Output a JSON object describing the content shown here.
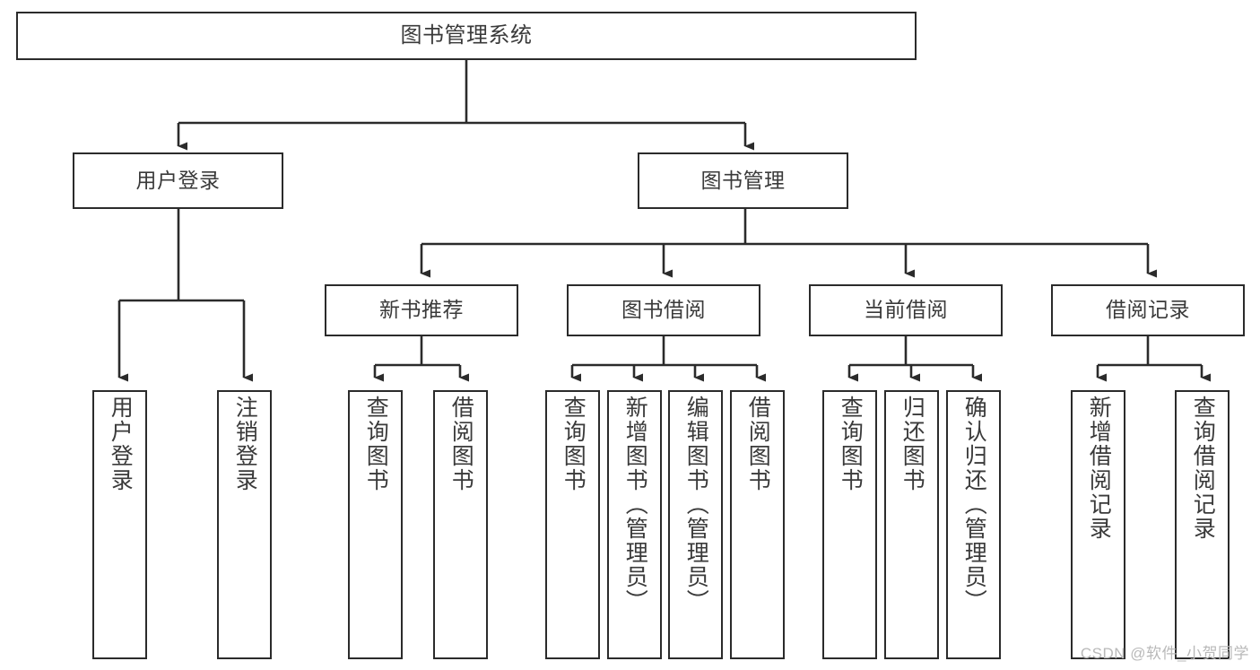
{
  "diagram": {
    "title": "图书管理系统",
    "type": "tree-hierarchy-diagram",
    "watermark": "CSDN @软件_小贺同学",
    "colors": {
      "node_border": "#2b2b2b",
      "node_fill": "#ffffff",
      "edge": "#2b2b2b",
      "text": "#3a3a3a",
      "watermark": "#b9b9b9",
      "background": "#ffffff"
    },
    "levels": {
      "root": {
        "label": "图书管理系统"
      },
      "level2": [
        {
          "id": "user-login",
          "label": "用户登录"
        },
        {
          "id": "book-management",
          "label": "图书管理"
        }
      ],
      "level3": [
        {
          "id": "new-book-recommend",
          "label": "新书推荐",
          "parent": "book-management"
        },
        {
          "id": "book-borrow",
          "label": "图书借阅",
          "parent": "book-management"
        },
        {
          "id": "current-borrow",
          "label": "当前借阅",
          "parent": "book-management"
        },
        {
          "id": "borrow-record",
          "label": "借阅记录",
          "parent": "book-management"
        }
      ],
      "leaves": [
        {
          "id": "leaf-user-login",
          "label": "用户登录",
          "parent": "user-login"
        },
        {
          "id": "leaf-logout",
          "label": "注销登录",
          "parent": "user-login"
        },
        {
          "id": "leaf-query-book-1",
          "label": "查询图书",
          "parent": "new-book-recommend"
        },
        {
          "id": "leaf-borrow-book-1",
          "label": "借阅图书",
          "parent": "new-book-recommend"
        },
        {
          "id": "leaf-query-book-2",
          "label": "查询图书",
          "parent": "book-borrow"
        },
        {
          "id": "leaf-add-book",
          "label": "新增图书（管理员）",
          "parent": "book-borrow"
        },
        {
          "id": "leaf-edit-book",
          "label": "编辑图书（管理员）",
          "parent": "book-borrow"
        },
        {
          "id": "leaf-borrow-book-2",
          "label": "借阅图书",
          "parent": "book-borrow"
        },
        {
          "id": "leaf-query-book-3",
          "label": "查询图书",
          "parent": "current-borrow"
        },
        {
          "id": "leaf-return-book",
          "label": "归还图书",
          "parent": "current-borrow"
        },
        {
          "id": "leaf-confirm-return",
          "label": "确认归还（管理员）",
          "parent": "current-borrow"
        },
        {
          "id": "leaf-add-record",
          "label": "新增借阅记录",
          "parent": "borrow-record"
        },
        {
          "id": "leaf-query-record",
          "label": "查询借阅记录",
          "parent": "borrow-record"
        }
      ]
    }
  }
}
